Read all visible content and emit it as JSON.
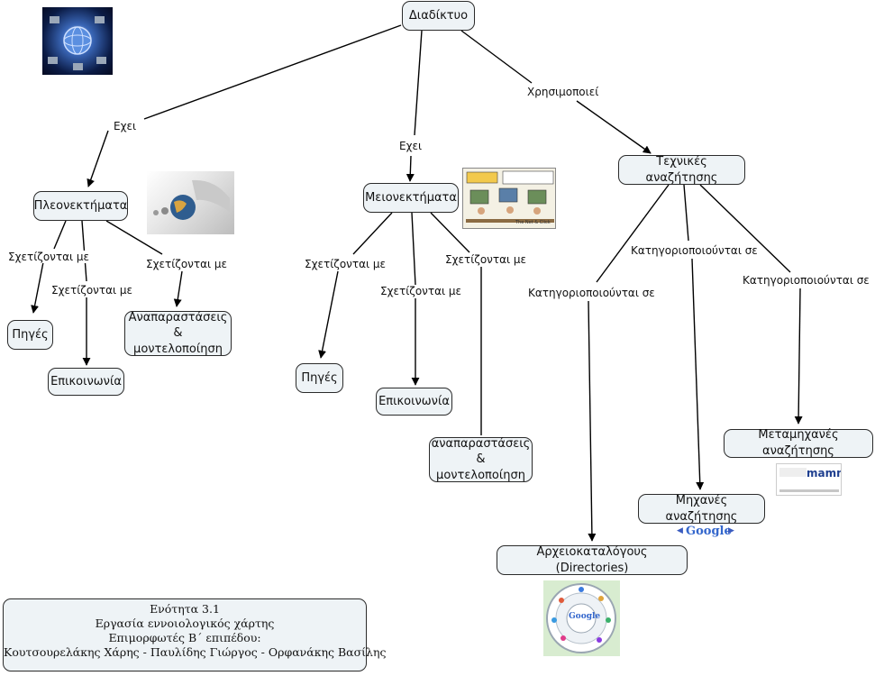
{
  "nodes": {
    "root": "Διαδίκτυο",
    "advantages": "Πλεονεκτήματα",
    "disadvantages": "Μειονεκτήματα",
    "search_techniques": "Τεχνικές αναζήτησης",
    "adv_sources": "Πηγές",
    "adv_communication": "Επικοινωνία",
    "adv_representations": [
      "Αναπαραστάσεις",
      "& μοντελοποίηση"
    ],
    "dis_sources": "Πηγές",
    "dis_communication": "Επικοινωνία",
    "dis_representations": [
      "αναπαραστάσεις",
      "& μοντελοποίηση"
    ],
    "meta_search": "Μεταμηχανές αναζήτησης",
    "search_engines": "Μηχανές αναζήτησης",
    "directories": "Αρχειοκαταλόγους (Directories)"
  },
  "links": {
    "has_left": "Εχει",
    "has_mid": "Εχει",
    "uses": "Χρησιμοποιεί",
    "rel_a1": "Σχετίζονται με",
    "rel_a2": "Σχετίζονται με",
    "rel_a3": "Σχετίζονται με",
    "rel_d1": "Σχετίζονται με",
    "rel_d2": "Σχετίζονται με",
    "rel_d3": "Σχετίζονται με",
    "cat1": "Κατηγοριοποιούνται σε",
    "cat2": "Κατηγοριοποιούνται σε",
    "cat3": "Κατηγοριοποιούνται σε"
  },
  "images": {
    "google_logo": "Google",
    "mamma_logo": "mamma",
    "cartoon_caption": "The Net & Click"
  },
  "info_box": [
    "Ενότητα 3.1",
    "Εργασία εννοιολογικός χάρτης",
    "Επιμορφωτές Β΄ επιπέδου:",
    "Κουτσουρελάκης Χάρης - Παυλίδης Γιώργος - Ορφανάκης Βασίλης"
  ],
  "colors": {
    "node_fill": "#eef3f6",
    "node_border": "#2b2b2b",
    "line": "#000000"
  }
}
